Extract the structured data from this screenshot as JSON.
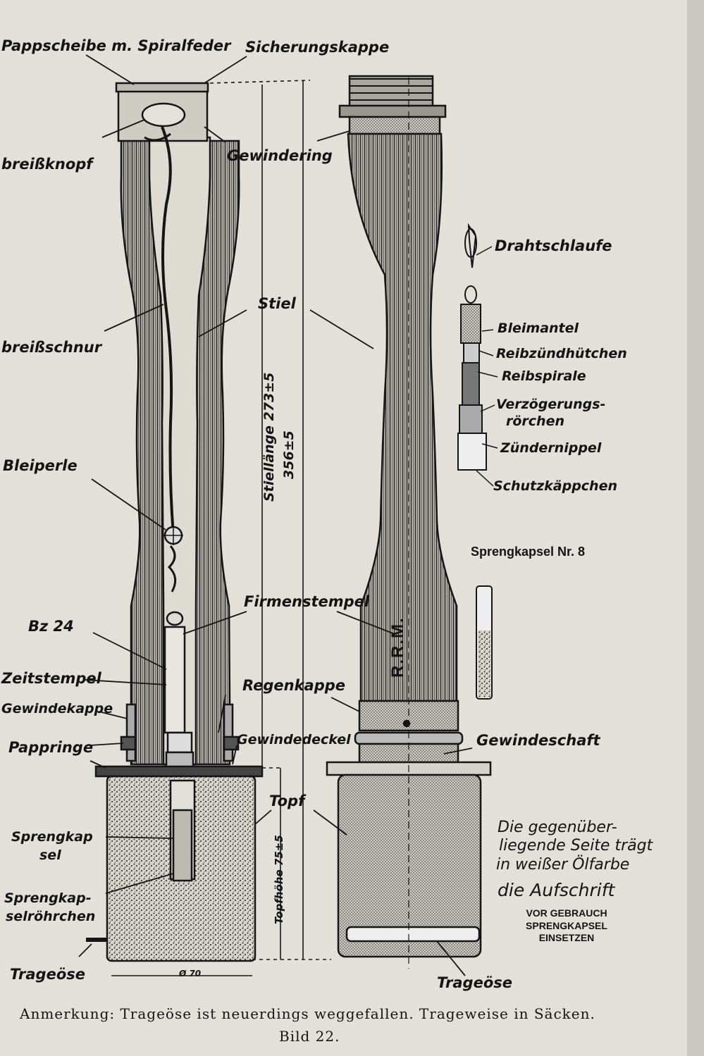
{
  "labels": {
    "pappscheibe": "Pappscheibe m. Spiralfeder",
    "sicherungskappe": "Sicherungskappe",
    "abreissknopf": "breißknopf",
    "gewindering": "Gewindering",
    "stiel": "Stiel",
    "abreissschnur": "breißschnur",
    "stiellaenge": "Stiellänge 273±5",
    "gesamtlaenge": "356±5",
    "bleiperle": "Bleiperle",
    "firmenstempel": "Firmenstempel",
    "bz24": "Bz 24",
    "zeitstempel": "Zeitstempel",
    "gewindekappe": "Gewindekappe",
    "regenkappe": "Regenkappe",
    "gewindedeckel": "Gewindedeckel",
    "pappringe": "Pappringe",
    "topf": "Topf",
    "topfhoehe": "Topfhöhe 75±5",
    "sprengkapsel_1": "Sprengkap",
    "sprengkapsel_2": "sel",
    "roehrchen_1": "Sprengkap-",
    "roehrchen_2": "selröhrchen",
    "trageoese_left": "Trageöse",
    "trageoese_right": "Trageöse",
    "rrm": "R.R.M.",
    "gewindeschaft": "Gewindeschaft",
    "diameter": "Ø 70"
  },
  "igniter": {
    "drahtschlaufe": "Drahtschlaufe",
    "bleimantel": "Bleimantel",
    "reibzuendhuetchen": "Reibzündhütchen",
    "reibspirale": "Reibspirale",
    "verzoegerung_1": "Verzögerungs-",
    "verzoegerung_2": "rörchen",
    "zuendernippel": "Zündernippel",
    "schutzkaeppchen": "Schutzkäppchen"
  },
  "sprengkapsel_title": "Sprengkapsel Nr. 8",
  "note": {
    "line1": "Die gegenüber-",
    "line2": "liegende Seite trägt",
    "line3": "in weißer Ölfarbe",
    "line4": "die Aufschrift",
    "caps1": "VOR GEBRAUCH",
    "caps2": "SPRENGKAPSEL",
    "caps3": "EINSETZEN"
  },
  "footer": {
    "anmerkung": "Anmerkung: Trageöse ist neuerdings weggefallen. Trageweise in Säcken.",
    "bild": "Bild 22."
  }
}
